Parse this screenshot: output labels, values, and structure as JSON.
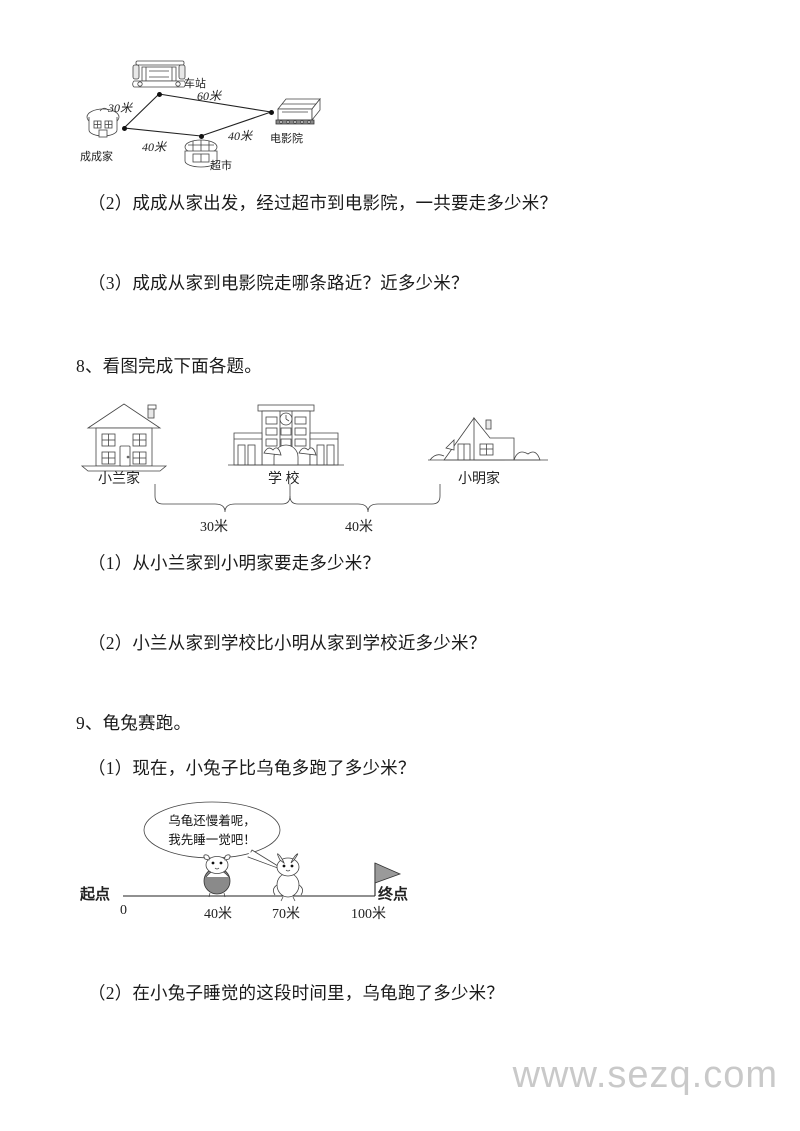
{
  "document": {
    "watermark": "www.sezq.com",
    "language": "zh-CN"
  },
  "figure1": {
    "name": "成成家-车站-超市-电影院示意图",
    "nodes": [
      {
        "id": "station",
        "label": "车站"
      },
      {
        "id": "home",
        "label": "成成家"
      },
      {
        "id": "market",
        "label": "超市"
      },
      {
        "id": "cinema",
        "label": "电影院"
      }
    ],
    "edges": [
      {
        "from": "home",
        "to": "station",
        "label": "30米"
      },
      {
        "from": "station",
        "to": "cinema",
        "label": "60米"
      },
      {
        "from": "home",
        "to": "market",
        "label": "40米"
      },
      {
        "from": "market",
        "to": "cinema",
        "label": "40米"
      }
    ]
  },
  "questions_7": {
    "q2": "（2）成成从家出发，经过超市到电影院，一共要走多少米？",
    "q3": "（3）成成从家到电影院走哪条路近？近多少米？"
  },
  "item8": {
    "heading": "8、看图完成下面各题。",
    "figure": {
      "name": "小兰家-学校-小明家路线图",
      "places": [
        {
          "id": "lan-home",
          "label": "小兰家",
          "icon": "two-story-house-icon"
        },
        {
          "id": "school",
          "label": "学 校",
          "icon": "school-building-icon"
        },
        {
          "id": "ming-home",
          "label": "小明家",
          "icon": "cottage-house-icon"
        }
      ],
      "segments": [
        {
          "from": "小兰家",
          "to": "学校",
          "label": "30米"
        },
        {
          "from": "学校",
          "to": "小明家",
          "label": "40米"
        }
      ]
    },
    "q1": "（1）从小兰家到小明家要走多少米？",
    "q2": "（2）小兰从家到学校比小明从家到学校近多少米？"
  },
  "item9": {
    "heading": "9、龟兔赛跑。",
    "q1": "（1）现在，小兔子比乌龟多跑了多少米？",
    "q2": "（2）在小兔子睡觉的这段时间里，乌龟跑了多少米？",
    "figure": {
      "name": "龟兔赛跑数轴图",
      "speech_bubble": {
        "line1": "乌龟还慢着呢，",
        "line2": "我先睡一觉吧！",
        "speaker": "rabbit"
      },
      "start_label": "起点",
      "end_label": "终点",
      "ticks": [
        {
          "value": 0,
          "label": "0",
          "marker": ""
        },
        {
          "value": 40,
          "label": "40米",
          "marker": "tortoise"
        },
        {
          "value": 70,
          "label": "70米",
          "marker": "rabbit"
        },
        {
          "value": 100,
          "label": "100米",
          "marker": "flag"
        }
      ]
    }
  }
}
